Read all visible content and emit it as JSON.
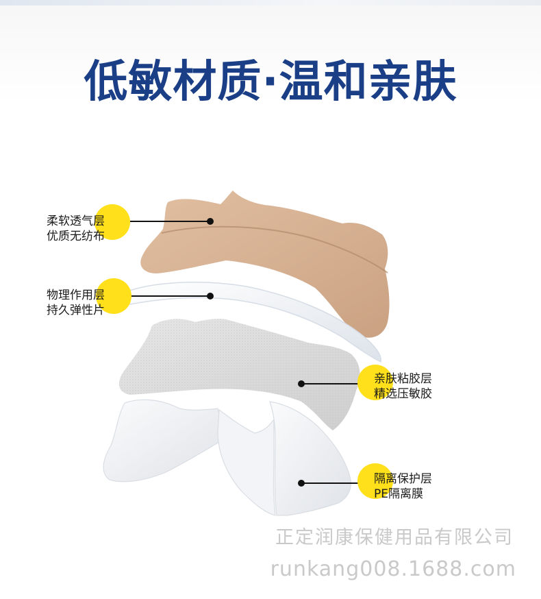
{
  "headline": "低敏材质·温和亲肤",
  "layers": [
    {
      "line1": "柔软透气层",
      "line2": "优质无纺布"
    },
    {
      "line1": "物理作用层",
      "line2": "持久弹性片"
    },
    {
      "line1": "亲肤粘胶层",
      "line2": "精选压敏胶"
    },
    {
      "line1": "隔离保护层",
      "line2": "PE隔离膜"
    }
  ],
  "watermark": {
    "company": "正定润康保健用品有限公司",
    "url": "runkang008.1688.com"
  },
  "colors": {
    "headline": "#1b3f86",
    "highlight": "#ffe01a",
    "nonwoven": "#d9b394",
    "elastic": "#eef2f6",
    "adhesive": "#d7d7d7",
    "release_film": "#e9ecef"
  }
}
